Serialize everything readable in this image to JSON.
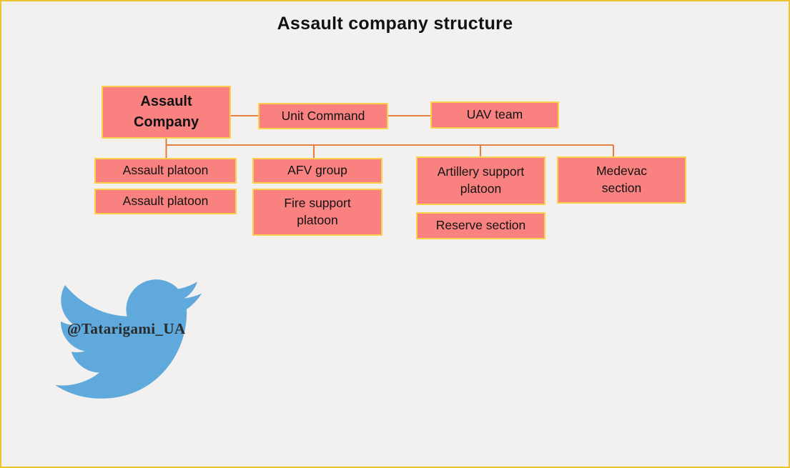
{
  "page": {
    "title": "Assault company structure"
  },
  "colors": {
    "background": "#f2f1ef",
    "page_border": "#eec32f",
    "node_fill": "#f98280",
    "node_border": "#fdd04b",
    "connector": "#e2702a",
    "bird_blue": "#5fa9dc",
    "text": "#121212",
    "handle_text": "#2a2a2a"
  },
  "nodes": [
    {
      "id": "assault-company",
      "label": "Assault\nCompany"
    },
    {
      "id": "unit-command",
      "label": "Unit Command"
    },
    {
      "id": "uav-team",
      "label": "UAV team"
    },
    {
      "id": "assault-platoon-1",
      "label": "Assault platoon"
    },
    {
      "id": "assault-platoon-2",
      "label": "Assault platoon"
    },
    {
      "id": "afv-group",
      "label": "AFV group"
    },
    {
      "id": "fire-support-platoon",
      "label": "Fire support\nplatoon"
    },
    {
      "id": "artillery-support-platoon",
      "label": "Artillery support\nplatoon"
    },
    {
      "id": "reserve-section",
      "label": "Reserve section"
    },
    {
      "id": "medevac-section",
      "label": "Medevac\nsection"
    }
  ],
  "edges": [
    {
      "from": "assault-company",
      "to": "unit-command"
    },
    {
      "from": "unit-command",
      "to": "uav-team"
    },
    {
      "from": "assault-company",
      "to": "assault-platoon-1"
    },
    {
      "from": "assault-company",
      "to": "afv-group"
    },
    {
      "from": "assault-company",
      "to": "artillery-support-platoon"
    },
    {
      "from": "assault-company",
      "to": "medevac-section"
    }
  ],
  "watermark": {
    "icon": "twitter-bird-icon",
    "handle": "@Tatarigami_UA"
  }
}
